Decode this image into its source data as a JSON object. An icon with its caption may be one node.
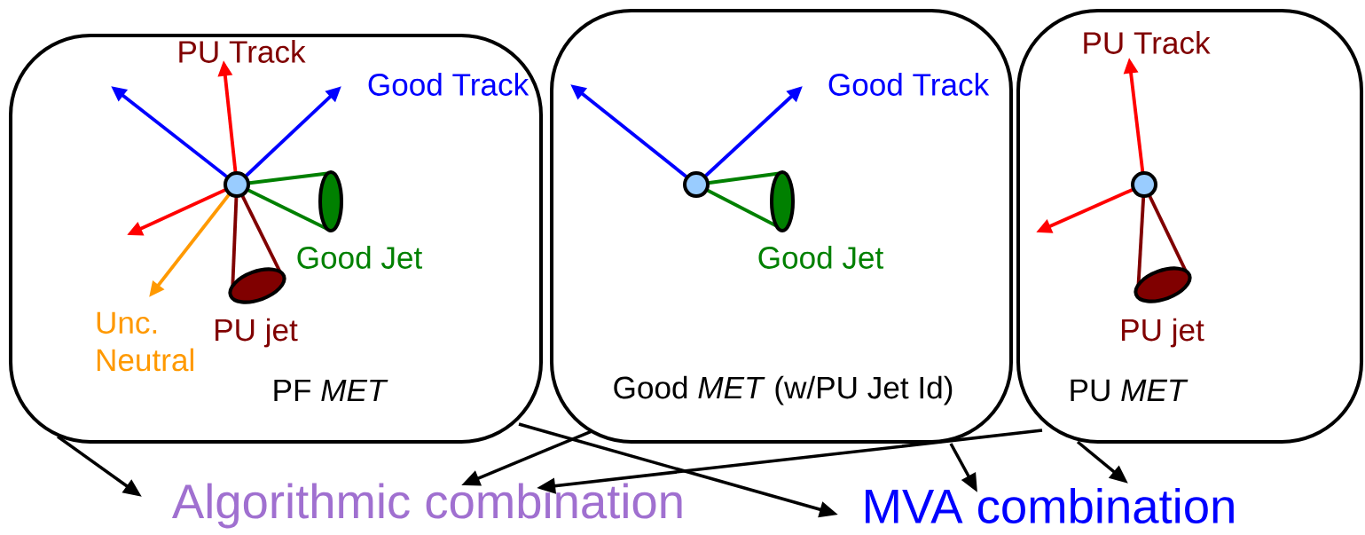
{
  "diagram": {
    "nodes": [
      {
        "text": [
          "PU Track",
          "Good Track",
          "Good Jet",
          "Unc. Neutral",
          "PU jet",
          "PF *MET*"
        ]
      },
      {
        "text": [
          "Good Track",
          "Good Jet",
          "Good *MET* (w/PU Jet Id)"
        ]
      },
      {
        "text": [
          "PU Track",
          "PU jet",
          "PU *MET*"
        ]
      },
      {
        "text": [
          "Algorithmic combination"
        ]
      },
      {
        "text": [
          "MVA combination"
        ]
      }
    ],
    "edges": [
      {
        "from": 0,
        "to": 3,
        "arrow": "to"
      },
      {
        "from": 0,
        "to": 4,
        "arrow": "to"
      },
      {
        "from": 1,
        "to": 3,
        "arrow": "to"
      },
      {
        "from": 1,
        "to": 4,
        "arrow": "to"
      },
      {
        "from": 2,
        "to": 3,
        "arrow": "to"
      },
      {
        "from": 2,
        "to": 4,
        "arrow": "to"
      }
    ]
  }
}
